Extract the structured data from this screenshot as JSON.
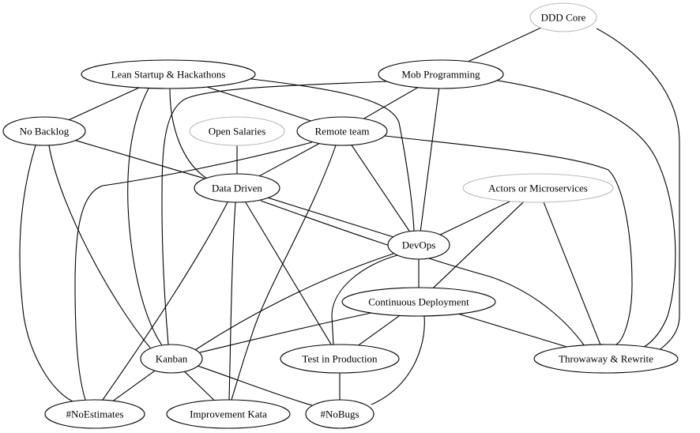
{
  "colors": {
    "background": "#ffffff",
    "edge": "#000000",
    "node_border_default": "#000000",
    "node_border_faded": "#bbbbbb",
    "text": "#000000"
  },
  "nodes": [
    {
      "id": "ddd-core",
      "label": "DDD Core",
      "style": "faded"
    },
    {
      "id": "lean-startup",
      "label": "Lean Startup & Hackathons",
      "style": "default"
    },
    {
      "id": "mob-programming",
      "label": "Mob Programming",
      "style": "default"
    },
    {
      "id": "no-backlog",
      "label": "No Backlog",
      "style": "default"
    },
    {
      "id": "open-salaries",
      "label": "Open Salaries",
      "style": "faded"
    },
    {
      "id": "remote-team",
      "label": "Remote team",
      "style": "default"
    },
    {
      "id": "data-driven",
      "label": "Data Driven",
      "style": "default"
    },
    {
      "id": "actors-microservices",
      "label": "Actors or Microservices",
      "style": "faded"
    },
    {
      "id": "devops",
      "label": "DevOps",
      "style": "default"
    },
    {
      "id": "continuous-deployment",
      "label": "Continuous Deployment",
      "style": "default"
    },
    {
      "id": "kanban",
      "label": "Kanban",
      "style": "default"
    },
    {
      "id": "test-in-production",
      "label": "Test in Production",
      "style": "default"
    },
    {
      "id": "throwaway-rewrite",
      "label": "Throwaway & Rewrite",
      "style": "default"
    },
    {
      "id": "no-estimates",
      "label": "#NoEstimates",
      "style": "default"
    },
    {
      "id": "improvement-kata",
      "label": "Improvement Kata",
      "style": "default"
    },
    {
      "id": "no-bugs",
      "label": "#NoBugs",
      "style": "default"
    }
  ],
  "edges": [
    {
      "from": "ddd-core",
      "to": "mob-programming"
    },
    {
      "from": "ddd-core",
      "to": "throwaway-rewrite"
    },
    {
      "from": "lean-startup",
      "to": "no-backlog"
    },
    {
      "from": "lean-startup",
      "to": "kanban"
    },
    {
      "from": "lean-startup",
      "to": "data-driven"
    },
    {
      "from": "lean-startup",
      "to": "remote-team"
    },
    {
      "from": "lean-startup",
      "to": "devops"
    },
    {
      "from": "mob-programming",
      "to": "remote-team"
    },
    {
      "from": "mob-programming",
      "to": "kanban"
    },
    {
      "from": "mob-programming",
      "to": "devops"
    },
    {
      "from": "mob-programming",
      "to": "throwaway-rewrite"
    },
    {
      "from": "no-backlog",
      "to": "data-driven"
    },
    {
      "from": "no-backlog",
      "to": "kanban"
    },
    {
      "from": "no-backlog",
      "to": "no-estimates"
    },
    {
      "from": "open-salaries",
      "to": "data-driven"
    },
    {
      "from": "remote-team",
      "to": "data-driven"
    },
    {
      "from": "remote-team",
      "to": "devops"
    },
    {
      "from": "remote-team",
      "to": "no-estimates"
    },
    {
      "from": "remote-team",
      "to": "improvement-kata"
    },
    {
      "from": "remote-team",
      "to": "throwaway-rewrite"
    },
    {
      "from": "data-driven",
      "to": "devops"
    },
    {
      "from": "data-driven",
      "to": "throwaway-rewrite"
    },
    {
      "from": "data-driven",
      "to": "no-estimates"
    },
    {
      "from": "data-driven",
      "to": "improvement-kata"
    },
    {
      "from": "data-driven",
      "to": "test-in-production"
    },
    {
      "from": "actors-microservices",
      "to": "devops"
    },
    {
      "from": "actors-microservices",
      "to": "continuous-deployment"
    },
    {
      "from": "actors-microservices",
      "to": "throwaway-rewrite"
    },
    {
      "from": "devops",
      "to": "continuous-deployment"
    },
    {
      "from": "devops",
      "to": "kanban"
    },
    {
      "from": "devops",
      "to": "test-in-production"
    },
    {
      "from": "continuous-deployment",
      "to": "kanban"
    },
    {
      "from": "continuous-deployment",
      "to": "test-in-production"
    },
    {
      "from": "continuous-deployment",
      "to": "no-bugs"
    },
    {
      "from": "continuous-deployment",
      "to": "throwaway-rewrite"
    },
    {
      "from": "kanban",
      "to": "no-estimates"
    },
    {
      "from": "kanban",
      "to": "improvement-kata"
    },
    {
      "from": "kanban",
      "to": "no-bugs"
    },
    {
      "from": "test-in-production",
      "to": "no-bugs"
    }
  ]
}
